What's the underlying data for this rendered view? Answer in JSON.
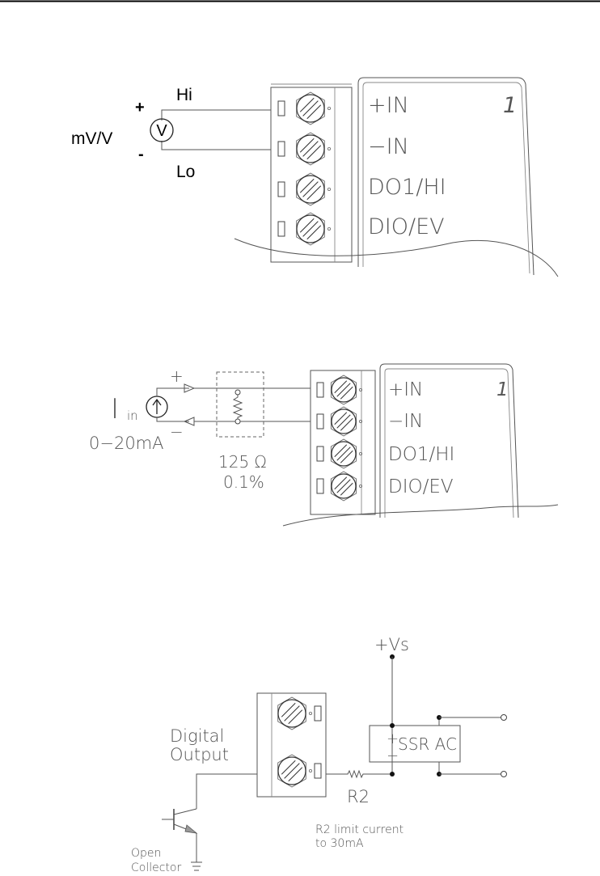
{
  "diagram1": {
    "hi": "Hi",
    "lo": "Lo",
    "plus": "+",
    "minus": "-",
    "source": "mV/V",
    "meter": "V",
    "terminals": [
      "+IN",
      "−IN",
      "DO1/HI",
      "DIO/EV"
    ],
    "channel": "1"
  },
  "diagram2": {
    "source_main": "I",
    "source_sub": "in",
    "range": "0−20mA",
    "plus": "+",
    "minus": "−",
    "resistor_value": "125 Ω",
    "resistor_tolerance": "0.1%",
    "terminals": [
      "+IN",
      "−IN",
      "DO1/HI",
      "DIO/EV"
    ],
    "channel": "1"
  },
  "diagram3": {
    "supply": "+Vs",
    "output_line1": "Digital",
    "output_line2": "Output",
    "resistor": "R2",
    "ssr": "SSR  AC",
    "ssr_plus": "+",
    "ssr_minus": "−",
    "note_line1": "R2 limit current",
    "note_line2": "to 30mA",
    "collector_line1": "Open",
    "collector_line2": "Collector"
  }
}
